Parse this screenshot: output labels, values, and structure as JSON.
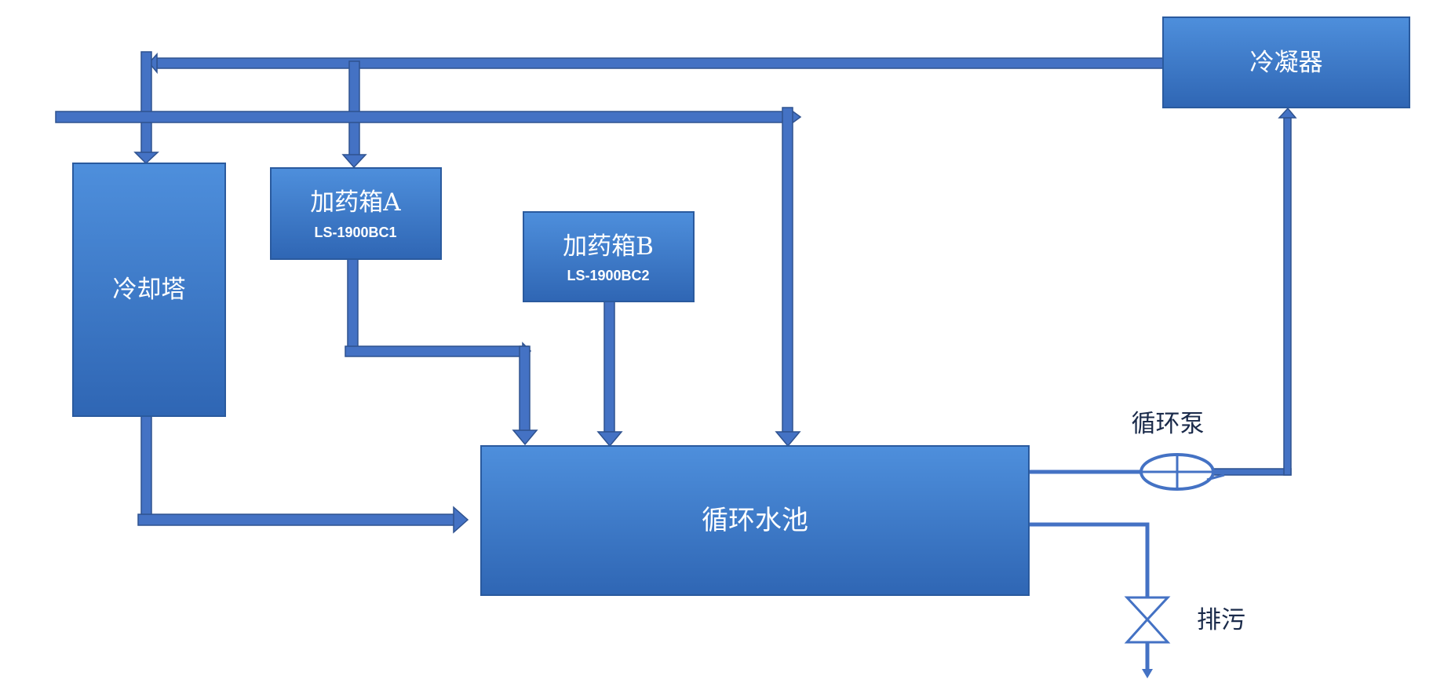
{
  "colors": {
    "box_top": "#4e8fdc",
    "box_bottom": "#2f66b4",
    "box_edge": "#2a5a9e",
    "pipe_fill": "#4472c4",
    "pipe_edge": "#2f528f",
    "label_dark": "#1a2a4a"
  },
  "nodes": {
    "condenser": {
      "label": "冷凝器"
    },
    "cooling_tower": {
      "label": "冷却塔"
    },
    "dosing_tank_a": {
      "label": "加药箱A",
      "model": "LS-1900BC1"
    },
    "dosing_tank_b": {
      "label": "加药箱B",
      "model": "LS-1900BC2"
    },
    "circulation_pool": {
      "label": "循环水池"
    }
  },
  "components": {
    "pump": {
      "label": "循环泵",
      "icon": "pump-icon"
    },
    "drain_valve": {
      "label": "排污",
      "icon": "valve-icon"
    }
  }
}
